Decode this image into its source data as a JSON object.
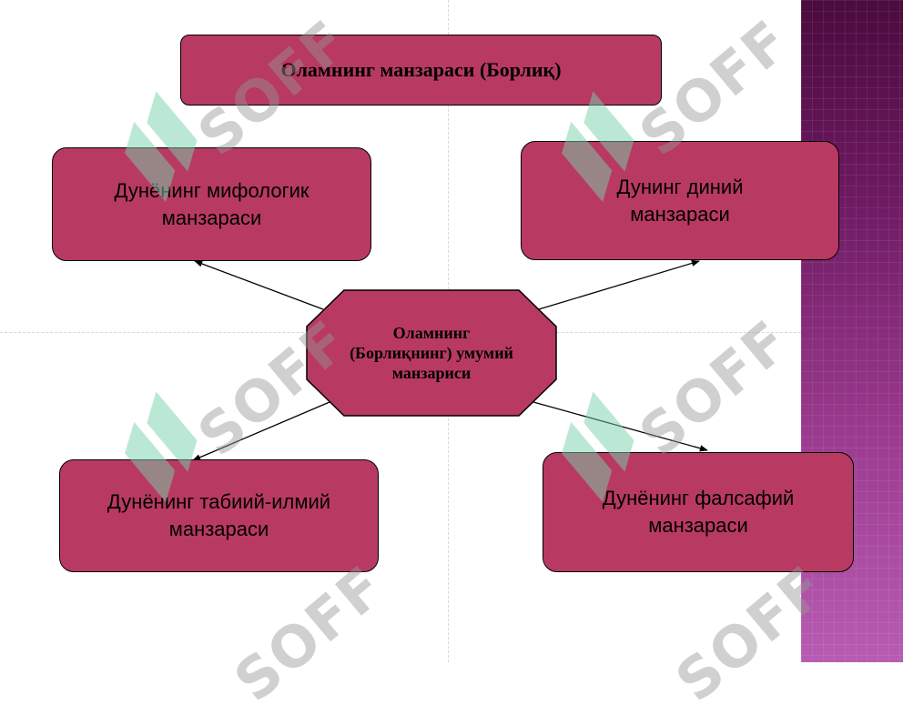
{
  "diagram": {
    "title": "Оламнинг манзараси (Борлиқ)",
    "center": {
      "line1": "Оламнинг",
      "line2": "(Борлиқнинг) умумий",
      "line3": "манзариси"
    },
    "boxes": {
      "top_left": {
        "line1": "Дунёнинг мифологик",
        "line2": "манзараси"
      },
      "top_right": {
        "line1": "Дунинг диний",
        "line2": "манзараси"
      },
      "bottom_left": {
        "line1": "Дунёнинг табиий-илмий",
        "line2": "манзараси"
      },
      "bottom_right": {
        "line1": "Дунёнинг фалсафий",
        "line2": "манзараси"
      }
    },
    "colors": {
      "box_fill": "#b83a62",
      "border": "#000000",
      "side_strip": "#7a2a70"
    }
  },
  "watermark": {
    "text": "SOFF",
    "logo": "soff-logo-icon"
  }
}
